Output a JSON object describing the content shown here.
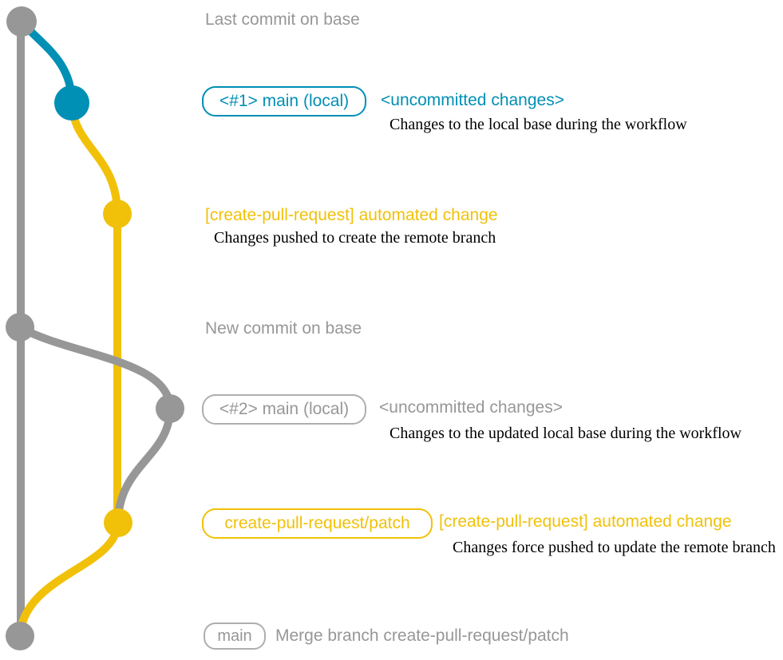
{
  "diagram": {
    "title": "create-pull-request branch workflow git graph",
    "colors": {
      "base_branch_gray": "#979797",
      "local_branch_blue": "#008fb5",
      "remote_branch_yellow": "#f1c109",
      "note_text_black": "#000000"
    },
    "events": {
      "last_commit": {
        "message": "Last commit on base"
      },
      "local_commit_1": {
        "branch_tag": "<#1> main (local)",
        "message": "<uncommitted changes>",
        "note": "Changes to the local base during the workflow"
      },
      "remote_commit_1": {
        "message": "[create-pull-request] automated change",
        "note": "Changes pushed to create the remote branch"
      },
      "new_commit": {
        "message": "New commit on base"
      },
      "local_commit_2": {
        "branch_tag": "<#2> main (local)",
        "message": "<uncommitted changes>",
        "note": "Changes to the updated local base during the workflow"
      },
      "remote_commit_2": {
        "branch_tag": "create-pull-request/patch",
        "message": "[create-pull-request] automated change",
        "note": "Changes force pushed to update the remote branch"
      },
      "merge_commit": {
        "branch_tag": "main",
        "message": "Merge branch create-pull-request/patch"
      }
    }
  }
}
